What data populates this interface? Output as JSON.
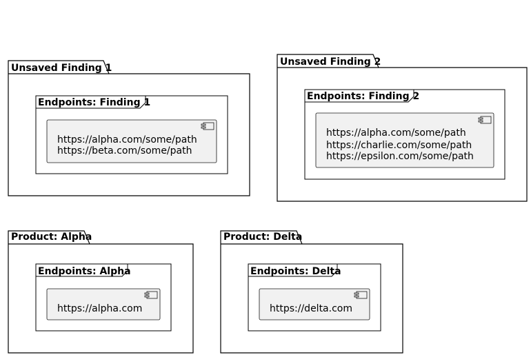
{
  "packages": [
    {
      "title": "Unsaved Finding 1",
      "frame": {
        "title": "Endpoints: Finding 1",
        "lines": [
          "https://alpha.com/some/path",
          "https://beta.com/some/path"
        ]
      }
    },
    {
      "title": "Unsaved Finding 2",
      "frame": {
        "title": "Endpoints: Finding 2",
        "lines": [
          "https://alpha.com/some/path",
          "https://charlie.com/some/path",
          "https://epsilon.com/some/path"
        ]
      }
    },
    {
      "title": "Product: Alpha",
      "frame": {
        "title": "Endpoints: Alpha",
        "lines": [
          "https://alpha.com"
        ]
      }
    },
    {
      "title": "Product: Delta",
      "frame": {
        "title": "Endpoints: Delta",
        "lines": [
          "https://delta.com"
        ]
      }
    }
  ]
}
